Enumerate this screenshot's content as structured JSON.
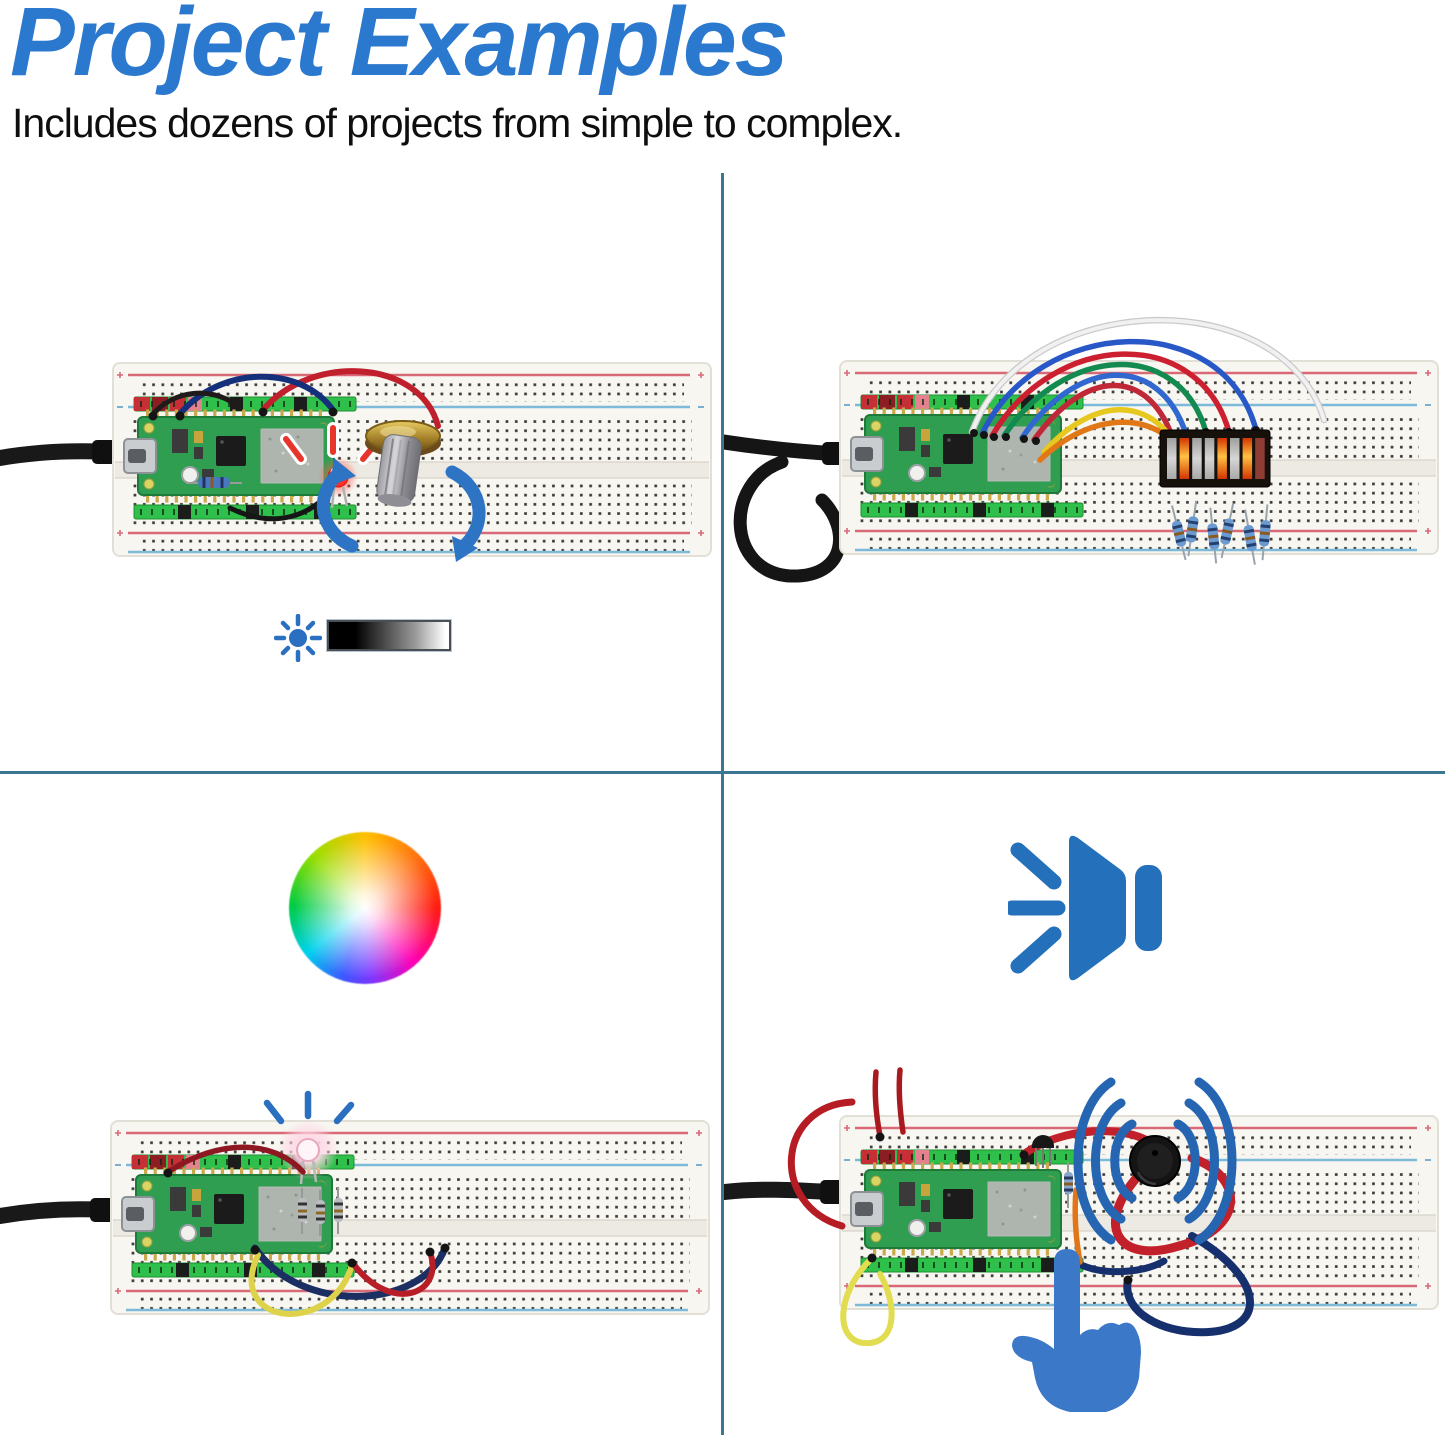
{
  "header": {
    "title": "Project Examples",
    "subtitle": "Includes dozens of projects from simple to complex."
  },
  "colors": {
    "title_blue": "#2a79cf",
    "divider_teal": "#3b7792",
    "icon_blue": "#2c72bc",
    "background": "#ffffff"
  },
  "icons": {
    "top_left": [
      "brightness-sun-icon",
      "brightness-gradient-bar",
      "rotate-arrows-icon",
      "led-shine-rays"
    ],
    "bottom_left": [
      "color-wheel"
    ],
    "bottom_right": [
      "speaker-icon",
      "sound-wave-arcs",
      "touch-hand-icon"
    ]
  }
}
